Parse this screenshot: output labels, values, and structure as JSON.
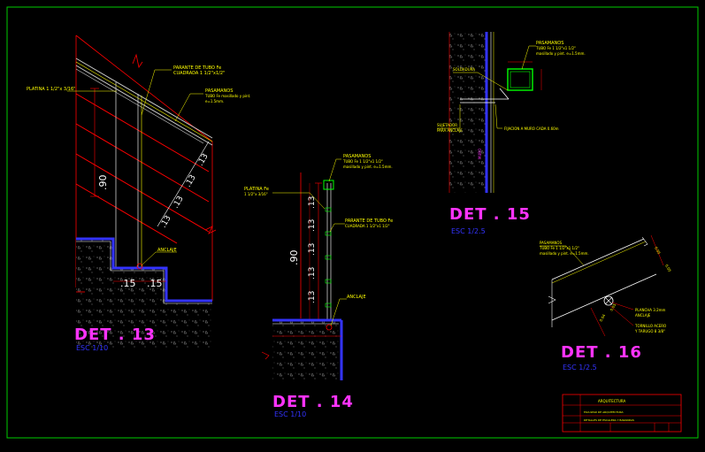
{
  "colors": {
    "background": "#000000",
    "frame": "#00cc00",
    "yellow": "#ffff00",
    "red": "#ff0000",
    "magenta": "#ff33ff",
    "blue": "#3333ff",
    "white": "#ffffff"
  },
  "det13": {
    "title": "DET . 13",
    "scale": "ESC 1/10",
    "label_parante": "PARANTE DE TUBO Fe",
    "label_parante_2": "CUADRADA 1 1/2\"x1/2\"",
    "label_pasamanos": "PASAMANOS",
    "label_pasamanos_2": "TUBO Fe masillado y pint.",
    "label_pasamanos_3": "e=1.5mm.",
    "label_platina": "PLATINA 1 1/2\"x 3/16\"",
    "label_anclaje": "ANCLAJE",
    "dim_height": ".90",
    "dim_spacing": [
      ".13",
      ".13",
      ".13",
      ".13"
    ],
    "dim_step_a": ".15",
    "dim_step_b": ".15"
  },
  "det14": {
    "title": "DET . 14",
    "scale": "ESC 1/10",
    "label_pasamanos": "PASAMANOS",
    "label_pasamanos_2": "TUBO Fe 1 1/2\"x1 1/2\"",
    "label_pasamanos_3": "masillado y pint. e=1.5mm.",
    "label_platina": "PLATINA Fe",
    "label_platina_2": "1 1/2\"x 3/16\"",
    "label_parante": "PARANTE DE TUBO Fe",
    "label_parante_2": "CUADRADA 1 1/2\"x1 1/2\"",
    "label_anclaje": "ANCLAJE",
    "dim_height": ".90",
    "dim_spacing": [
      ".13",
      ".13",
      ".13",
      ".13",
      ".13"
    ]
  },
  "det15": {
    "title": "DET . 15",
    "scale": "ESC 1/2.5",
    "label_pasamanos": "PASAMANOS",
    "label_pasamanos_2": "TUBO Fe 1 1/2\"x1 1/2\"",
    "label_pasamanos_3": "masillado y pint. e=1.5mm.",
    "label_soldadura": "SOLDADURA",
    "label_fijacion": "FIJACION A MURO CADA 0.60m",
    "label_sujetador": "SUJETADOR",
    "label_sujetador_2": "PARA ANCLAJE",
    "label_muro": "MURO"
  },
  "det16": {
    "title": "DET . 16",
    "scale": "ESC 1/2.5",
    "label_pasamanos": "PASAMANOS",
    "label_pasamanos_2": "TUBO Fe 1 1/2\"x1 1/2\"",
    "label_pasamanos_3": "masillado y pint. e=1.5mm.",
    "label_plancha": "PLANCHA 3.2mm",
    "label_plancha_2": "ANCLAJE",
    "label_tornillo": "TORNILLO ACERO",
    "label_tornillo_2": "Y TARUGO 8 3/8\"",
    "dims": [
      "0.05",
      "0.05",
      "0.04",
      "0.05"
    ]
  },
  "title_block": {
    "header": "ARQUITECTURA",
    "line1": "FACULTAD DE ARQUITECTURA",
    "line2": "DETALLES DE ESCALERA Y BARANDAS"
  }
}
